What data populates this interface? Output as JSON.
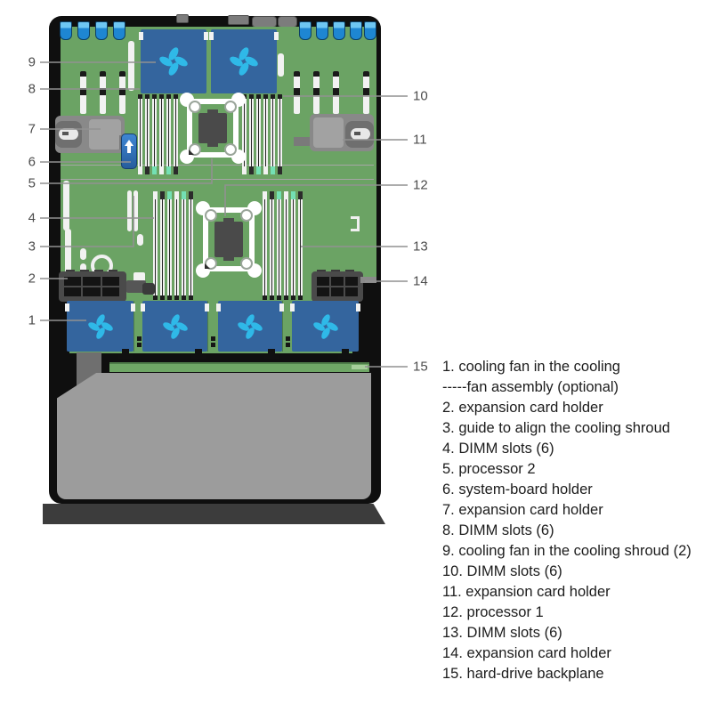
{
  "legend": {
    "lines": [
      "1. cooling fan in the cooling",
      "-----fan assembly (optional)",
      "2. expansion card holder",
      "3. guide to align the cooling shroud",
      "4. DIMM slots (6)",
      "5. processor 2",
      "6. system-board holder",
      "7. expansion card holder",
      "8. DIMM slots (6)",
      "9. cooling fan in the cooling shroud (2)",
      "10. DIMM slots (6)",
      "11. expansion card holder",
      "12. processor 1",
      "13. DIMM slots (6)",
      "14. expansion card holder",
      "15. hard-drive backplane"
    ]
  },
  "callouts": {
    "nums": [
      "1",
      "2",
      "3",
      "4",
      "5",
      "6",
      "7",
      "8",
      "9",
      "10",
      "11",
      "12",
      "13",
      "14",
      "15"
    ]
  },
  "colors": {
    "board_green": "#6BA364",
    "fan_blue": "#34659E",
    "fan_blade_cyan": "#2FB9E8",
    "clip_blue": "#2D9CE4",
    "backplane_green": "#6FA766",
    "chassis_black": "#0f0f0f",
    "drive_cage_gray": "#9c9c9c",
    "callout_line_gray": "#919191"
  }
}
